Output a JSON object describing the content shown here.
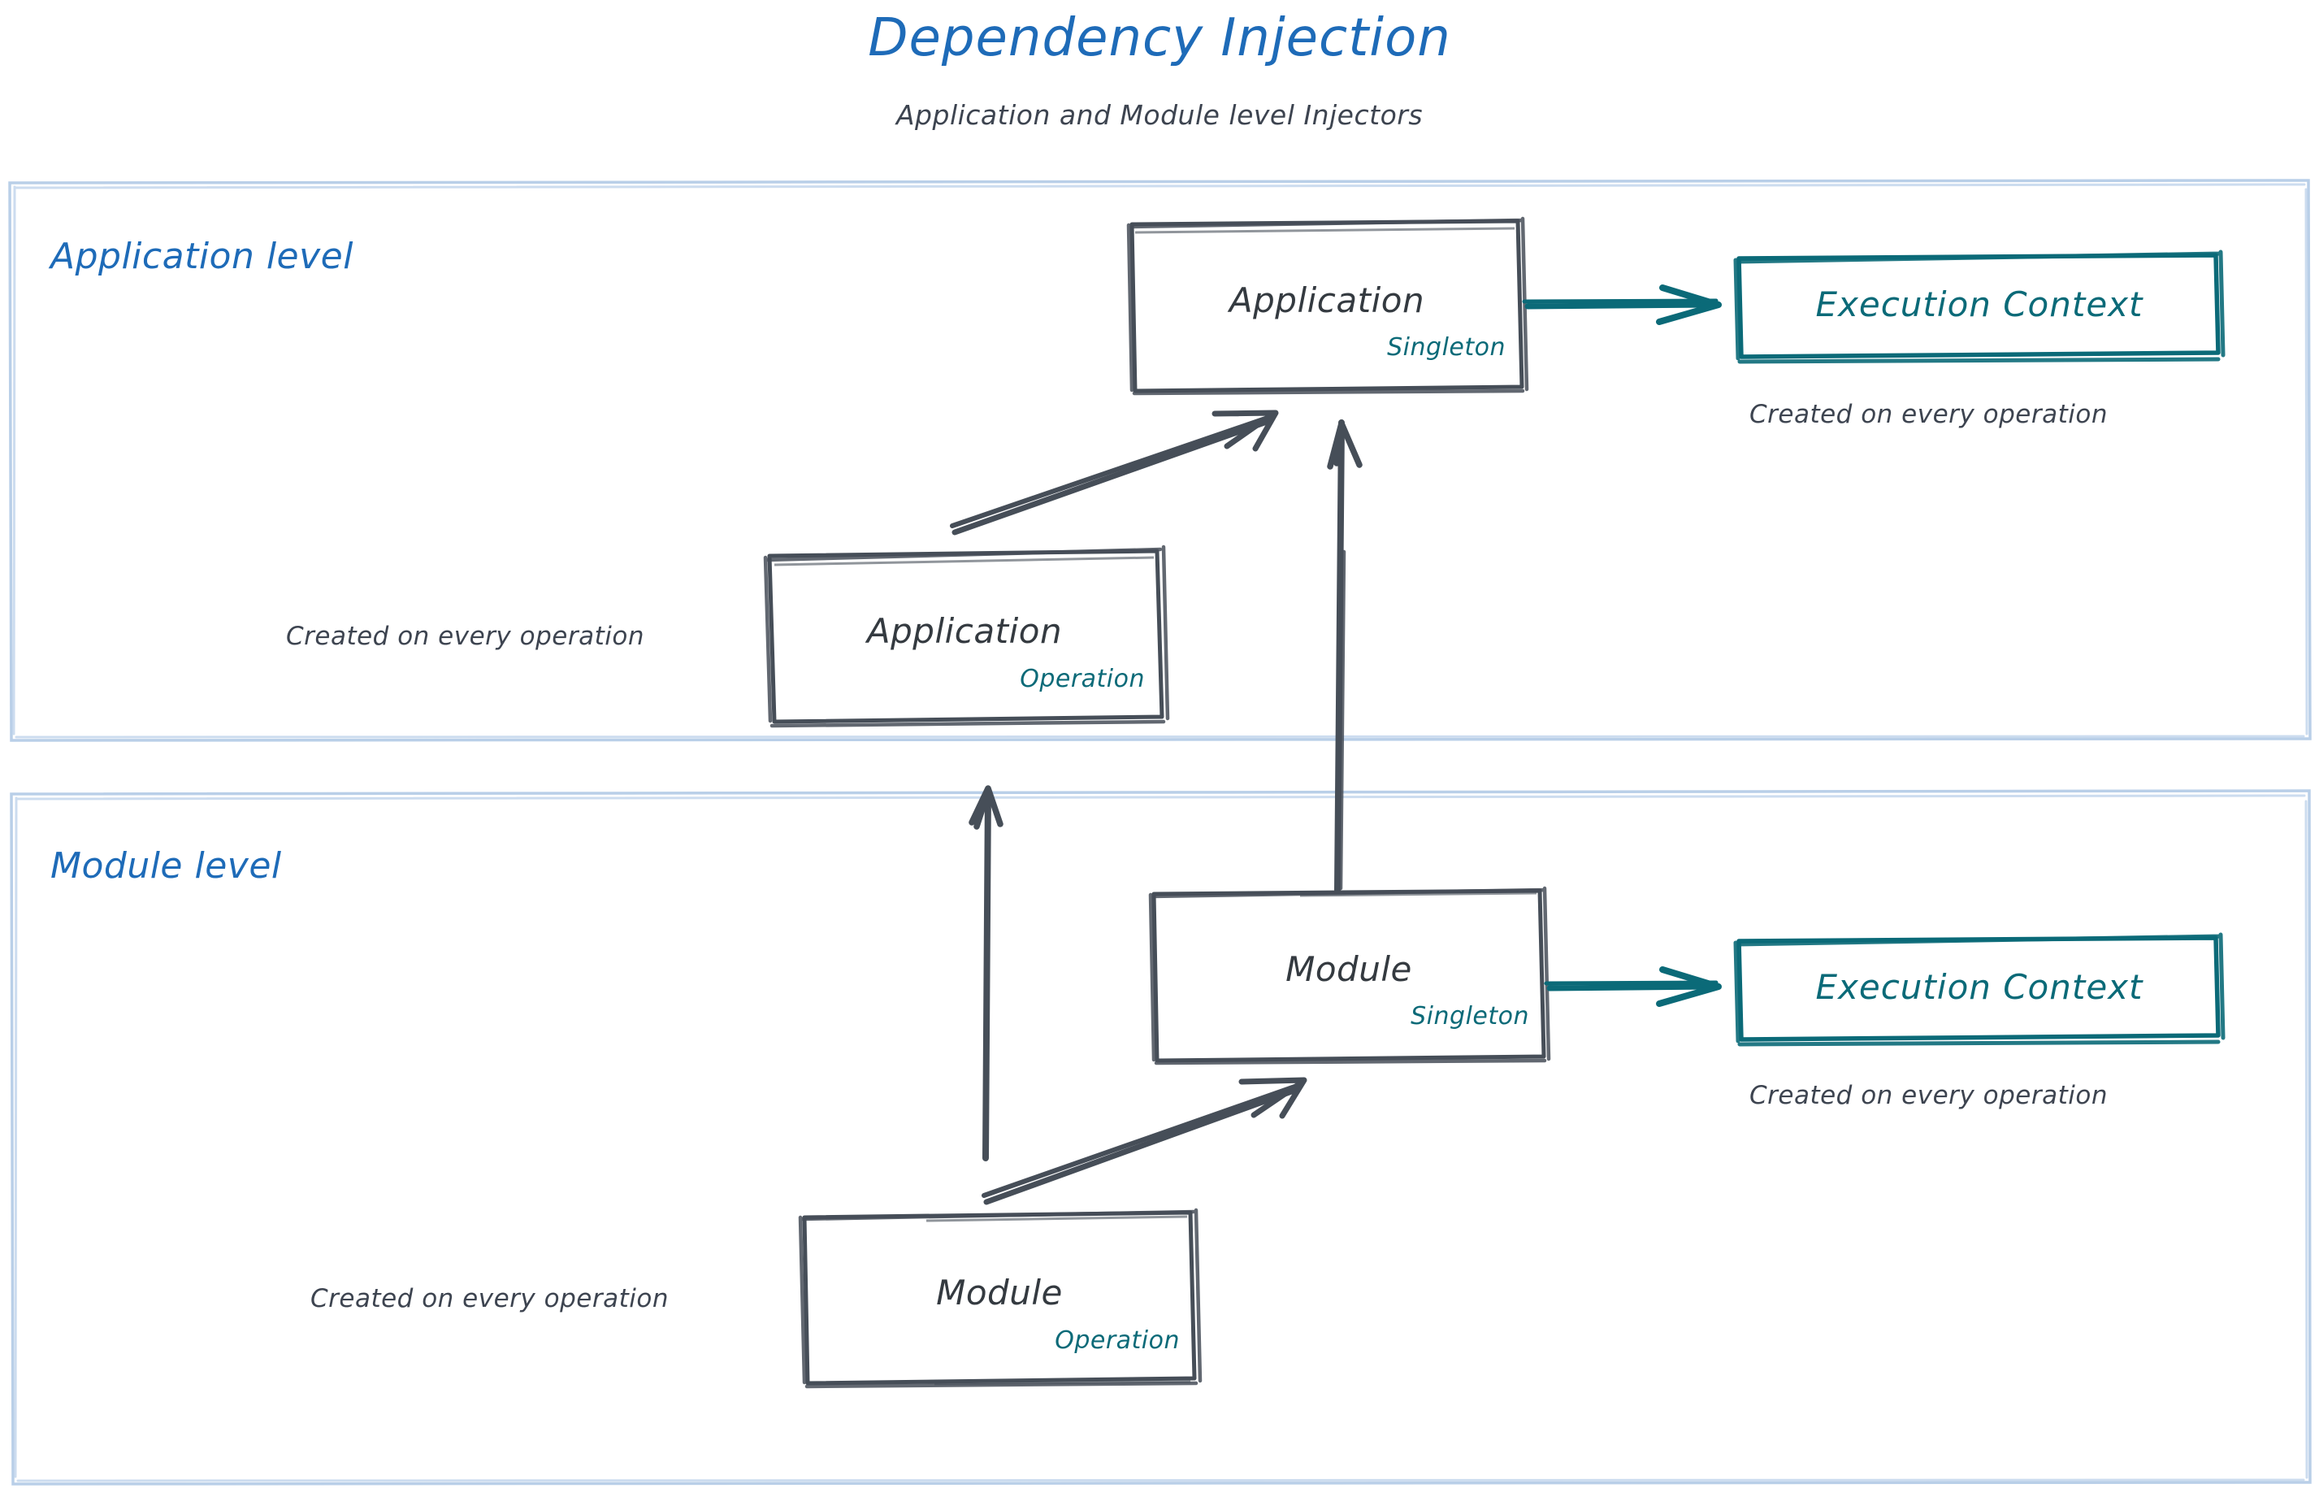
{
  "header": {
    "title": "Dependency Injection",
    "subtitle": "Application and Module level Injectors",
    "title_color": "#1e6bb8",
    "subtitle_color": "#3d4450"
  },
  "colors": {
    "panel_border": "#b9cfe8",
    "node_border": "#464e58",
    "node_text": "#343a40",
    "scope_text": "#0b6a78",
    "context_accent": "#0b6a78",
    "arrow_dark": "#464e58",
    "background": "#ffffff"
  },
  "panels": [
    {
      "id": "application-level",
      "label": "Application level",
      "nodes": [
        {
          "id": "application-singleton",
          "title": "Application",
          "scope": "Singleton"
        },
        {
          "id": "application-operation",
          "title": "Application",
          "scope": "Operation",
          "note": "Created on every operation",
          "note_position": "left"
        }
      ],
      "context": {
        "id": "application-execution-context",
        "label": "Execution Context",
        "note": "Created on every operation"
      }
    },
    {
      "id": "module-level",
      "label": "Module level",
      "nodes": [
        {
          "id": "module-singleton",
          "title": "Module",
          "scope": "Singleton"
        },
        {
          "id": "module-operation",
          "title": "Module",
          "scope": "Operation",
          "note": "Created on every operation",
          "note_position": "left"
        }
      ],
      "context": {
        "id": "module-execution-context",
        "label": "Execution Context",
        "note": "Created on every operation"
      }
    }
  ],
  "edges": [
    {
      "id": "app-operation-to-app-singleton",
      "style": "sketch-diagonal",
      "color": "#464e58"
    },
    {
      "id": "module-singleton-to-app-singleton",
      "style": "sketch-vertical",
      "color": "#464e58"
    },
    {
      "id": "module-operation-to-app-operation",
      "style": "sketch-vertical",
      "color": "#464e58"
    },
    {
      "id": "module-operation-to-module-singleton",
      "style": "sketch-diagonal",
      "color": "#464e58"
    },
    {
      "id": "app-singleton-to-execution-context",
      "style": "sketch-horizontal",
      "color": "#0b6a78"
    },
    {
      "id": "module-singleton-to-execution-context",
      "style": "sketch-horizontal",
      "color": "#0b6a78"
    }
  ]
}
